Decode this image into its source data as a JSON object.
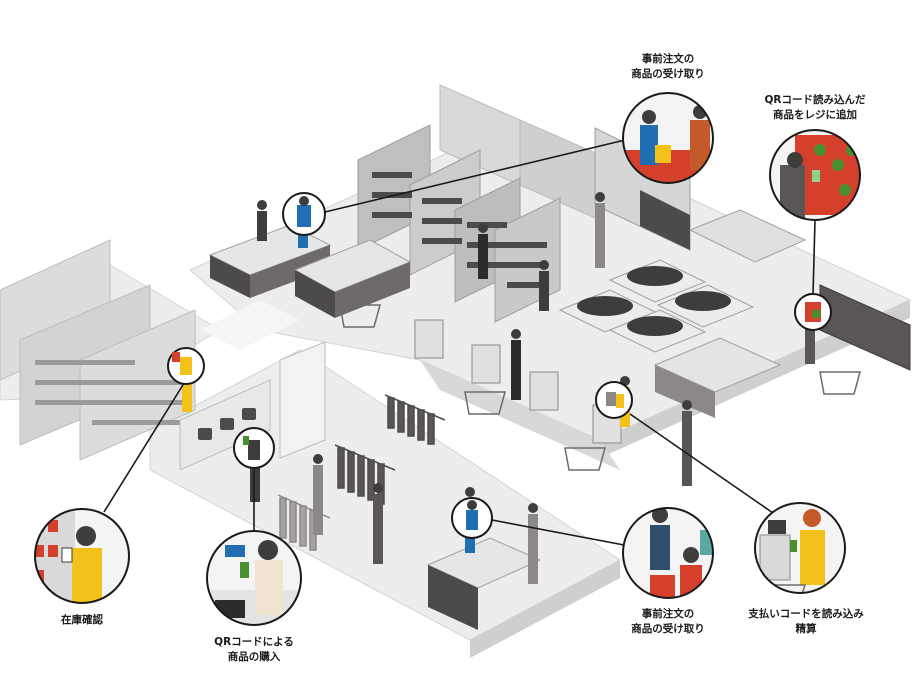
{
  "labels": {
    "preorder_pickup_top": [
      "事前注文の",
      "商品の受け取り"
    ],
    "qr_scan_register": [
      "QRコード読み込んだ",
      "商品をレジに追加"
    ],
    "inventory_check": [
      "在庫確認"
    ],
    "qr_purchase": [
      "QRコードによる",
      "商品の購入"
    ],
    "preorder_pickup_bottom": [
      "事前注文の",
      "商品の受け取り"
    ],
    "payment_code_checkout": [
      "支払いコードを読み込み",
      "精算"
    ]
  },
  "colors": {
    "floor": "#ededed",
    "floor_edge": "#cfcfcf",
    "shelf": "#d9d9d9",
    "shelf_dark": "#4d4a4a",
    "accent_yellow": "#f2c21a",
    "accent_blue": "#1f6fb2",
    "accent_red": "#d4402c",
    "line": "#1a1a1a"
  },
  "icons": [
    "shelf-icon",
    "shopping-cart-icon",
    "register-icon",
    "person-icon",
    "hanger-icon",
    "handbag-icon",
    "self-checkout-icon"
  ]
}
